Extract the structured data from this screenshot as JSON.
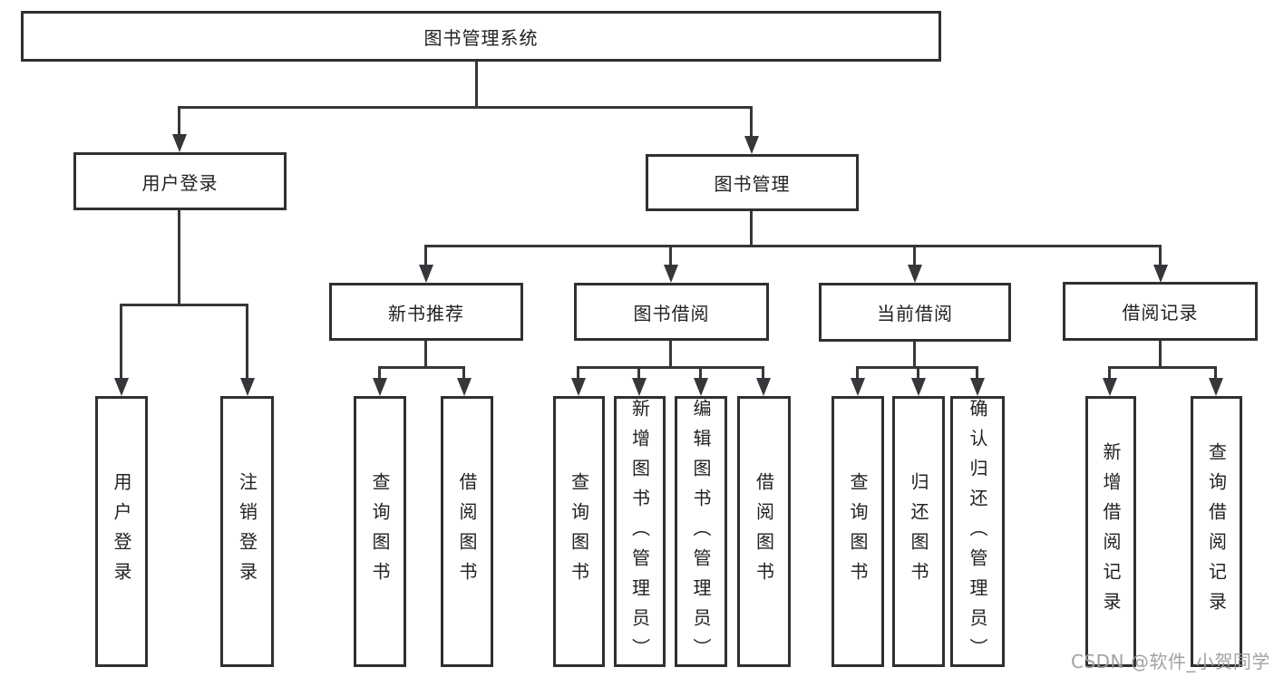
{
  "colors": {
    "line": "#36373b",
    "border": "#2f3033",
    "text": "#212226",
    "watermark": "#9c9c9c",
    "background": "#ffffff"
  },
  "watermark": {
    "text": "CSDN @软件_小贺同学"
  },
  "diagram": {
    "root": "图书管理系统",
    "level2": {
      "user_login": "用户登录",
      "book_mgmt": "图书管理"
    },
    "level3": {
      "new_book": "新书推荐",
      "book_borrow": "图书借阅",
      "current_borrow": "当前借阅",
      "borrow_record": "借阅记录"
    },
    "leaves": {
      "user_login": [
        "用户登录",
        "注销登录"
      ],
      "new_book": [
        "查询图书",
        "借阅图书"
      ],
      "book_borrow": [
        "查询图书",
        "新增图书（管理员）",
        "编辑图书（管理员）",
        "借阅图书"
      ],
      "current_borrow": [
        "查询图书",
        "归还图书",
        "确认归还（管理员）"
      ],
      "borrow_record": [
        "新增借阅记录",
        "查询借阅记录"
      ]
    }
  }
}
